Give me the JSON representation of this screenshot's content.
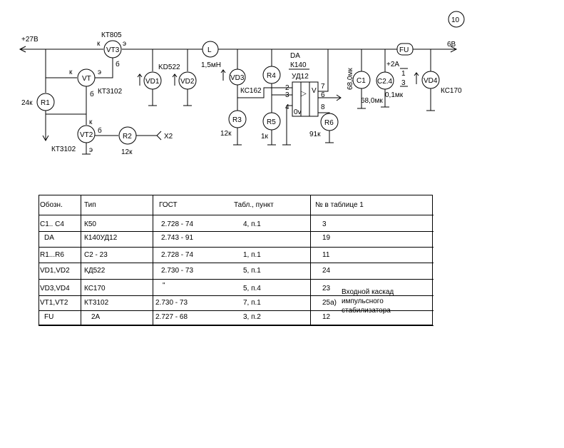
{
  "sheet_number": "10",
  "schematic": {
    "supply_in": "+27В",
    "supply_out": "6В",
    "VT3": {
      "designator": "VT3",
      "part": "КТ805",
      "pin_k": "к",
      "pin_e": "э",
      "pin_b": "б"
    },
    "VT": {
      "designator": "VT",
      "part": "КТ3102",
      "pin_k": "к",
      "pin_e": "э",
      "pin_b": "б"
    },
    "VT2": {
      "designator": "VT2",
      "part": "КТ3102",
      "pin_k": "к",
      "pin_e": "э",
      "pin_b": "б"
    },
    "R1": {
      "designator": "R1",
      "value": "24к"
    },
    "R2": {
      "designator": "R2",
      "value": "12к"
    },
    "R3": {
      "designator": "R3",
      "value": "12к"
    },
    "R4": {
      "designator": "R4"
    },
    "R5": {
      "designator": "R5",
      "value": "1к"
    },
    "R6": {
      "designator": "R6",
      "value": "91к"
    },
    "X2": "X2",
    "VD1": "VD1",
    "VD2": "VD2",
    "VD_part": "KD522",
    "VD3": {
      "designator": "VD3",
      "part": "КС162"
    },
    "VD4": {
      "designator": "VD4",
      "part": "КС170"
    },
    "L": {
      "designator": "L",
      "value": "1,5мН"
    },
    "DA": {
      "designator": "DA",
      "line2": "К140",
      "line3": "УД12",
      "pin2": "2",
      "pin3": "3",
      "pin4": "4",
      "pin6": "6",
      "pin7": "7",
      "pin8": "8",
      "gnd": "0v",
      "tri": "▷",
      "v": "V"
    },
    "C1": {
      "designator": "C1",
      "value_vertical": "68,0мк",
      "value": "68,0мк"
    },
    "C2": {
      "designator": "C2.4",
      "value": "0,1мк",
      "nums": [
        "1",
        "3"
      ]
    },
    "FU": {
      "designator": "FU",
      "rating": "+2А"
    }
  },
  "table": {
    "headers": [
      "Обозн.",
      "Тип",
      "ГОСТ",
      "Табл., пункт",
      "№ в таблице 1"
    ],
    "rows": [
      [
        "C1.. C4",
        "К50",
        "2.728 - 74",
        "4, п.1",
        "3"
      ],
      [
        "DA",
        "К140УД12",
        "2.743 - 91",
        "",
        "19"
      ],
      [
        "R1...R6",
        "С2 - 23",
        "2.728 - 74",
        "1, п.1",
        "11"
      ],
      [
        "VD1,VD2",
        "КД522",
        "2.730 - 73",
        "5, п.1",
        "24"
      ],
      [
        "VD3,VD4",
        "КС170",
        "\"",
        "5, п.4",
        "23"
      ],
      [
        "VT1,VT2",
        "КТ3102",
        "2.730 - 73",
        "7, п.1",
        "25а)"
      ],
      [
        "FU",
        "2А",
        "2.727 - 68",
        "3, п.2",
        "12"
      ]
    ],
    "note": [
      "Входной каскад",
      "импульсного",
      "стабилизатора"
    ]
  }
}
